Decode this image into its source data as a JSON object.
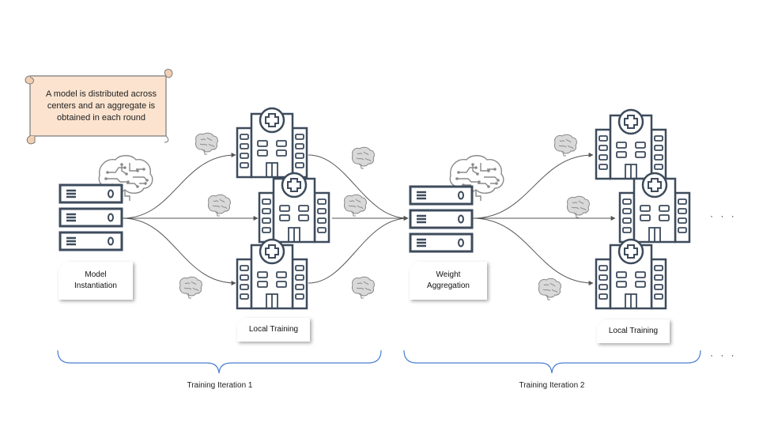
{
  "note": "A model is distributed across centers and an aggregate is obtained in each round",
  "cards": {
    "model_instantiation": "Model Instantiation",
    "weight_aggregation": "Weight Aggregation",
    "local_training_1": "Local Training",
    "local_training_2": "Local Training"
  },
  "iterations": {
    "iteration_1": "Training Iteration 1",
    "iteration_2": "Training Iteration 2"
  },
  "ellipsis": "· · ·",
  "colors": {
    "icon_stroke": "#3d4b5c",
    "scroll_fill": "#fbe3cf",
    "scroll_stroke": "#7a7a7a",
    "brace": "#4a7fd4",
    "arrow": "#555555",
    "brain": "#8a8a8a"
  }
}
